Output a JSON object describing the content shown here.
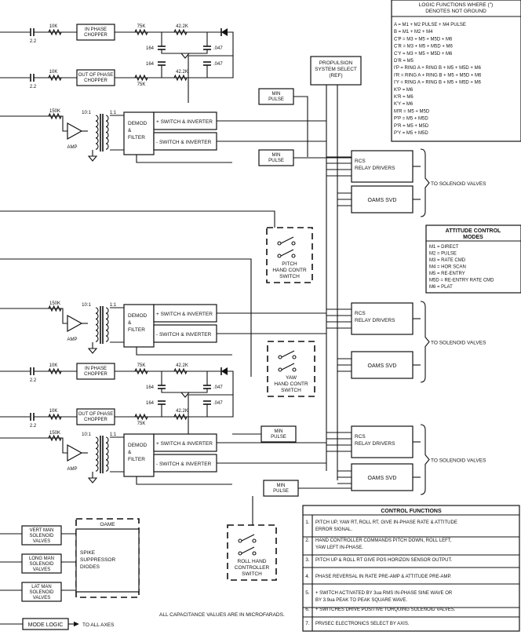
{
  "logic_legend": {
    "header_lines": [
      "LOGIC FUNCTIONS WHERE (\")",
      "DENOTES NOT GROUND"
    ],
    "items": [
      "A = M1 + M2 PULSE + M4 PULSE",
      "B = M1 + M2 + M4",
      "C'P = M3 + M5 + M5D + M6",
      "C'R = M3 + M5 + M5D + M6",
      "C'Y = M3 + M5 + M5D + M6",
      "D'R = M5",
      "I'P = RING A + RING B + M5 + M5D + M6",
      "I'R = RING A + RING B + M5 + M5D + M6",
      "I'Y = RING A + RING B + M5 + M5D + M6",
      "K'P = M6",
      "K'R = M6",
      "K'Y = M6",
      "M'R = M5 + M5D",
      "P'P = M5 + M5D",
      "P'R = M5 + M5D",
      "P'Y = M5 + M5D"
    ]
  },
  "attitude_modes": {
    "title_lines": [
      "ATTITUDE CONTROL",
      "MODES"
    ],
    "items": [
      "M1 = DIRECT",
      "M2 = PULSE",
      "M3 = RATE CMD",
      "M4 = HOR SCAN",
      "M5 = RE-ENTRY",
      "M5D = RE-ENTRY RATE CMD",
      "M6 = PLAT"
    ]
  },
  "control_functions": {
    "title": "CONTROL FUNCTIONS",
    "items": [
      {
        "num": "1.",
        "lines": [
          "PITCH UP, YAW RT, ROLL RT, GIVE IN-PHASE RATE & ATTITUDE",
          "ERROR SIGNAL."
        ]
      },
      {
        "num": "2.",
        "lines": [
          "HAND CONTROLLER COMMANDS PITCH DOWN, ROLL LEFT,",
          "YAW LEFT IN-PHASE."
        ]
      },
      {
        "num": "3.",
        "lines": [
          "PITCH UP & ROLL RT GIVE POS HORIZON SENSOR OUTPUT."
        ]
      },
      {
        "num": "4.",
        "lines": [
          "PHASE REVERSAL IN RATE PRE-AMP & ATTITUDE PRE-AMP."
        ]
      },
      {
        "num": "5.",
        "lines": [
          "+ SWITCH ACTIVATED BY 3ua RMS IN-PHASE SINE WAVE OR",
          "BY 3.9ua PEAK TO PEAK SQUARE WAVE."
        ]
      },
      {
        "num": "6.",
        "lines": [
          "+ SWITCHES DRIVE POSITIVE TORQUING SOLENOID VALVES."
        ]
      },
      {
        "num": "7.",
        "lines": [
          "PRI/SEC ELECTRONICS SELECT BY AXIS."
        ]
      }
    ]
  },
  "labels": {
    "in_phase_chopper": [
      "IN PHASE",
      "CHOPPER"
    ],
    "out_of_phase_chopper": [
      "OUT OF PHASE",
      "CHOPPER"
    ],
    "demod_filter": [
      "DEMOD",
      "&",
      "FILTER"
    ],
    "switch_inv_plus": "+ SWITCH & INVERTER",
    "switch_inv_minus": "- SWITCH & INVERTER",
    "min_pulse": [
      "MIN",
      "PULSE"
    ],
    "rcs_relay": [
      "RCS",
      "RELAY DRIVERS"
    ],
    "oams_svd": "OAMS SVD",
    "to_solenoid": "TO SOLENOID VALVES",
    "propulsion": [
      "PROPULSION",
      "SYSTEM SELECT",
      "(REF)"
    ],
    "pitch_switch": [
      "PITCH",
      "HAND CONTR",
      "SWITCH"
    ],
    "yaw_switch": [
      "YAW",
      "HAND CONTR",
      "SWITCH"
    ],
    "roll_switch": [
      "ROLL HAND",
      "CONTROLLER",
      "SWITCH"
    ],
    "amp": "AMP",
    "transformer_ratio_a": "10:1",
    "transformer_ratio_b": "1:1",
    "r_10k": "10K",
    "r_75k": "75K",
    "r_42k": "42.2K",
    "r_150k": "150K",
    "c_22": "2.2",
    "c_164": "164",
    "c_047": ".047",
    "oame": "OAME",
    "spike_suppressor": [
      "SPIKE",
      "SUPPRESSOR",
      "DIODES"
    ],
    "vert_man": [
      "VERT MAN",
      "SOLENOID",
      "VALVES"
    ],
    "long_man": [
      "LONG MAN",
      "SOLENOID",
      "VALVES"
    ],
    "lat_man": [
      "LAT MAN",
      "SOLENOID",
      "VALVES"
    ],
    "mode_logic": "MODE LOGIC",
    "to_all_axes": "TO ALL AXES",
    "capacitance_note": "ALL CAPACITANCE VALUES ARE IN MICROFARADS."
  }
}
